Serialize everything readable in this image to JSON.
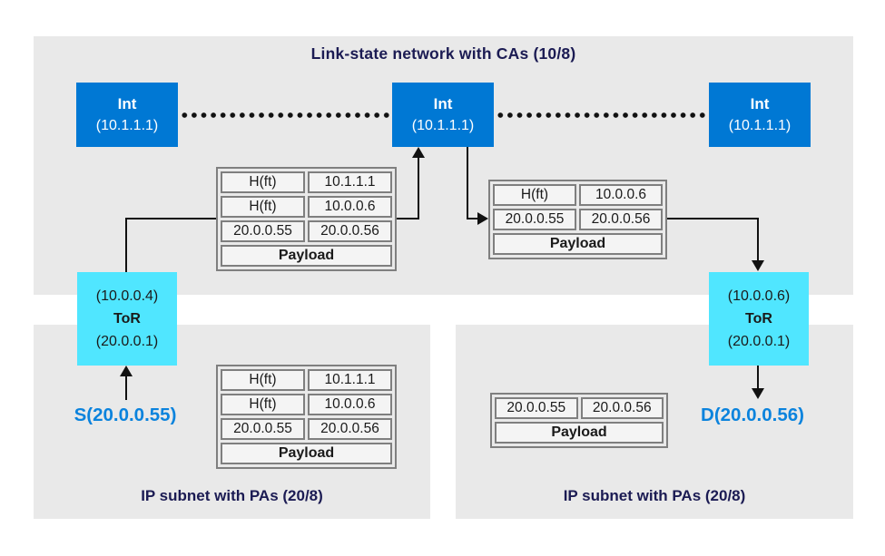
{
  "panels": {
    "top": {
      "title": "Link-state network with CAs (10/8)"
    },
    "bottom_left": {
      "label": "IP subnet with PAs (20/8)"
    },
    "bottom_right": {
      "label": "IP subnet with PAs (20/8)"
    }
  },
  "nodes": {
    "int_left": {
      "label": "Int",
      "address": "(10.1.1.1)"
    },
    "int_middle": {
      "label": "Int",
      "address": "(10.1.1.1)"
    },
    "int_right": {
      "label": "Int",
      "address": "(10.1.1.1)"
    },
    "tor_left": {
      "ca_address": "(10.0.0.4)",
      "label": "ToR",
      "pa_address": "(20.0.0.1)"
    },
    "tor_right": {
      "ca_address": "(10.0.0.6)",
      "label": "ToR",
      "pa_address": "(20.0.0.1)"
    }
  },
  "packets": {
    "p1": {
      "rows": [
        [
          "H(ft)",
          "10.1.1.1"
        ],
        [
          "H(ft)",
          "10.0.0.6"
        ],
        [
          "20.0.0.55",
          "20.0.0.56"
        ]
      ],
      "payload": "Payload"
    },
    "p2": {
      "rows": [
        [
          "H(ft)",
          "10.0.0.6"
        ],
        [
          "20.0.0.55",
          "20.0.0.56"
        ]
      ],
      "payload": "Payload"
    },
    "p3": {
      "rows": [
        [
          "H(ft)",
          "10.1.1.1"
        ],
        [
          "H(ft)",
          "10.0.0.6"
        ],
        [
          "20.0.0.55",
          "20.0.0.56"
        ]
      ],
      "payload": "Payload"
    },
    "p4": {
      "rows": [
        [
          "20.0.0.55",
          "20.0.0.56"
        ]
      ],
      "payload": "Payload"
    }
  },
  "endpoints": {
    "source": "S(20.0.0.55)",
    "destination": "D(20.0.0.56)"
  },
  "colors": {
    "int_box": "#0078d4",
    "tor_box": "#50e6ff",
    "heading_text": "#1b1b53",
    "endpoint_text": "#0b83dd",
    "panel_bg": "#e9e9e9",
    "table_border": "#7f7f7f"
  }
}
